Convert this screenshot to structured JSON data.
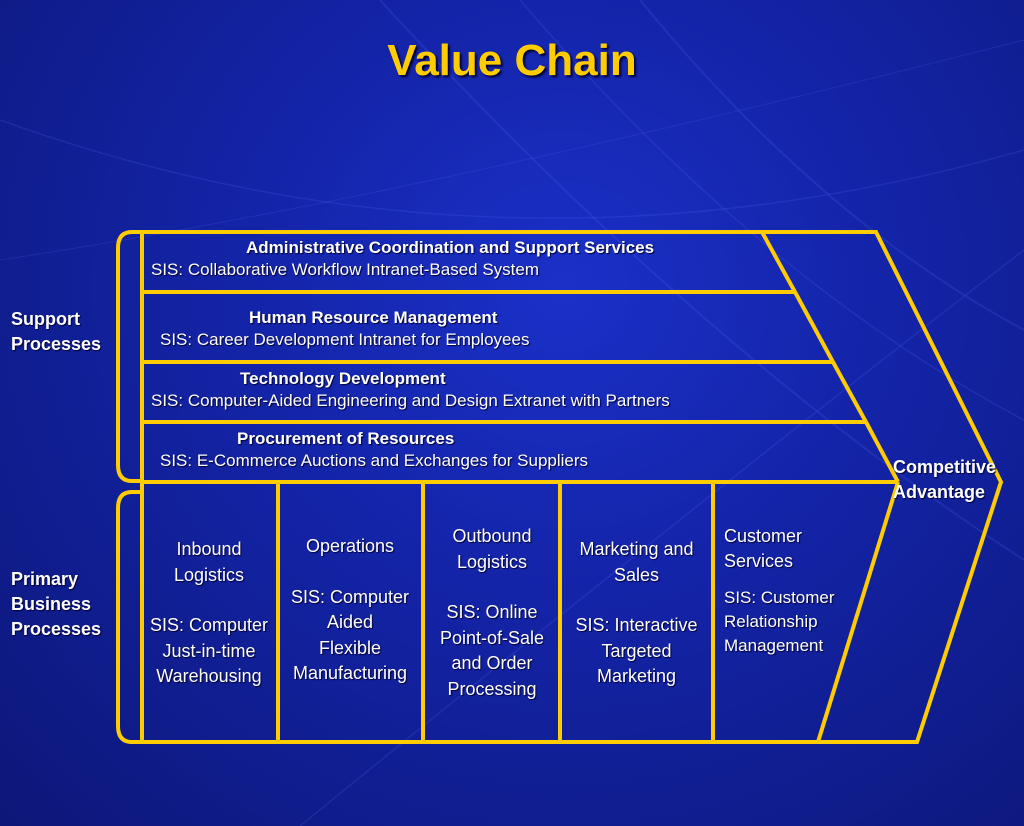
{
  "title": "Value Chain",
  "colors": {
    "background": "#1424a8",
    "accent": "#ffcc00",
    "text": "#ffffff"
  },
  "side_labels": {
    "support": "Support\nProcesses",
    "primary": "Primary\nBusiness\nProcesses",
    "outcome": "Competitive\nAdvantage"
  },
  "support_activities": [
    {
      "title": "Administrative Coordination and Support Services",
      "sis": "SIS: Collaborative Workflow Intranet-Based System"
    },
    {
      "title": "Human Resource Management",
      "sis": "SIS: Career Development Intranet for Employees"
    },
    {
      "title": "Technology Development",
      "sis": "SIS: Computer-Aided Engineering and Design Extranet with Partners"
    },
    {
      "title": "Procurement of Resources",
      "sis": "SIS: E-Commerce Auctions and Exchanges for Suppliers"
    }
  ],
  "primary_activities": [
    {
      "title": "Inbound\nLogistics",
      "sis": "SIS: Computer\nJust-in-time\nWarehousing"
    },
    {
      "title": "Operations",
      "sis": "SIS: Computer\nAided\nFlexible\nManufacturing"
    },
    {
      "title": "Outbound\nLogistics",
      "sis": "SIS: Online\nPoint-of-Sale\nand Order\nProcessing"
    },
    {
      "title": "Marketing and\nSales",
      "sis": "SIS: Interactive\nTargeted\nMarketing"
    },
    {
      "title": "Customer\nServices",
      "sis": "SIS: Customer\nRelationship\nManagement"
    }
  ]
}
